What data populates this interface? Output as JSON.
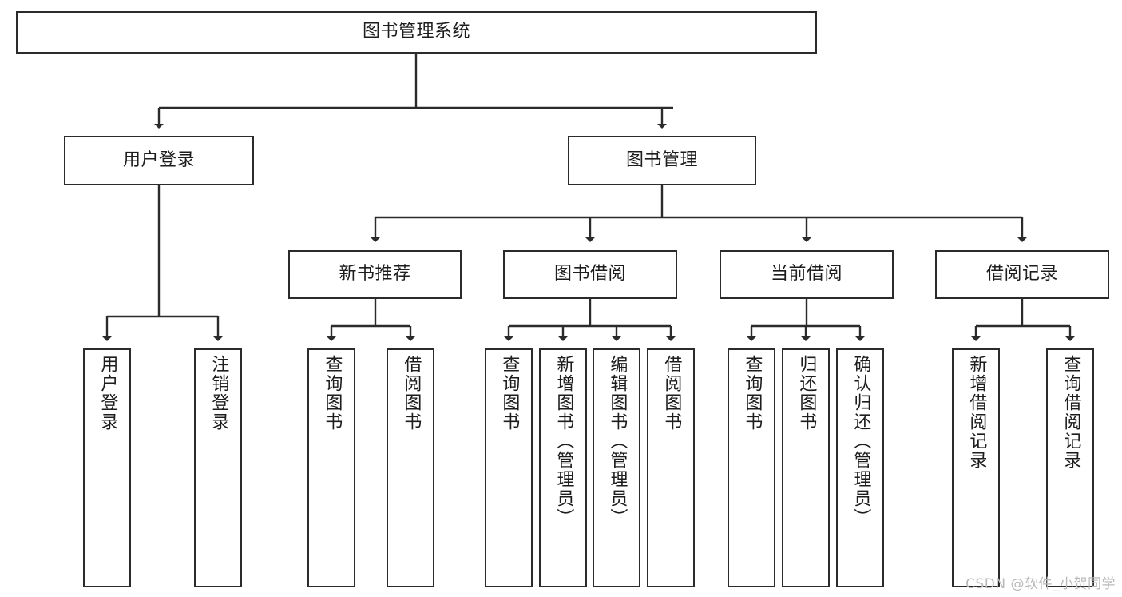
{
  "diagram": {
    "title": "图书管理系统",
    "type": "tree-hierarchy",
    "watermark": "CSDN @软件_小贺同学",
    "colors": {
      "box_stroke": "#2b2b2b",
      "box_fill": "#ffffff",
      "connector": "#2b2b2b",
      "text": "#1d1d1d",
      "watermark": "#b9b9b9"
    },
    "nodes": {
      "root": {
        "label": "图书管理系统"
      },
      "level2": [
        {
          "label": "用户登录"
        },
        {
          "label": "图书管理"
        }
      ],
      "level3": [
        {
          "label": "新书推荐"
        },
        {
          "label": "图书借阅"
        },
        {
          "label": "当前借阅"
        },
        {
          "label": "借阅记录"
        }
      ],
      "leaves": {
        "user_login": [
          {
            "label": "用户登录"
          },
          {
            "label": "注销登录"
          }
        ],
        "new_book_recommend": [
          {
            "label": "查询图书"
          },
          {
            "label": "借阅图书"
          }
        ],
        "book_borrow": [
          {
            "label": "查询图书"
          },
          {
            "label": "新增图书（管理员）"
          },
          {
            "label": "编辑图书（管理员）"
          },
          {
            "label": "借阅图书"
          }
        ],
        "current_borrow": [
          {
            "label": "查询图书"
          },
          {
            "label": "归还图书"
          },
          {
            "label": "确认归还（管理员）"
          }
        ],
        "borrow_record": [
          {
            "label": "新增借阅记录"
          },
          {
            "label": "查询借阅记录"
          }
        ]
      }
    }
  }
}
